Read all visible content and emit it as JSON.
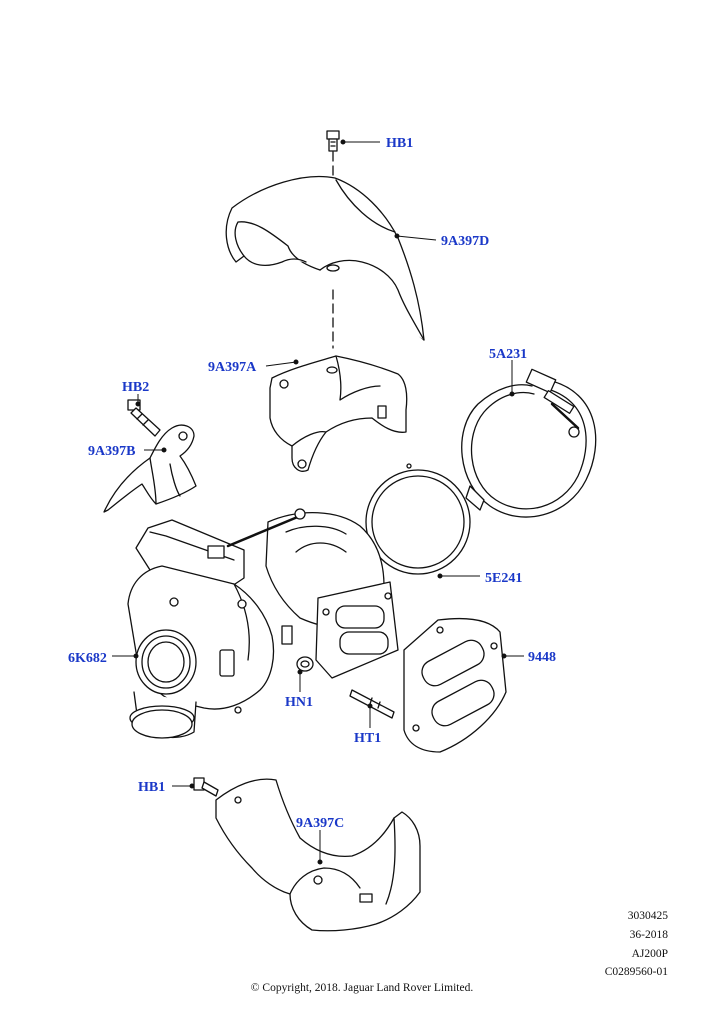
{
  "callouts": {
    "hb1_top": "HB1",
    "d9a397d": "9A397D",
    "a5a231": "5A231",
    "a9a397a": "9A397A",
    "hb2": "HB2",
    "a9a397b": "9A397B",
    "a5e241": "5E241",
    "a6k682": "6K682",
    "a9448": "9448",
    "hn1": "HN1",
    "ht1": "HT1",
    "hb1_bottom": "HB1",
    "a9a397c": "9A397C"
  },
  "reference": {
    "line1": "3030425",
    "line2": "36-2018",
    "line3": "AJ200P",
    "line4": "C0289560-01"
  },
  "copyright": "© Copyright, 2018. Jaguar Land Rover Limited.",
  "colors": {
    "callout_text": "#1a38c8",
    "line_art": "#111111"
  }
}
